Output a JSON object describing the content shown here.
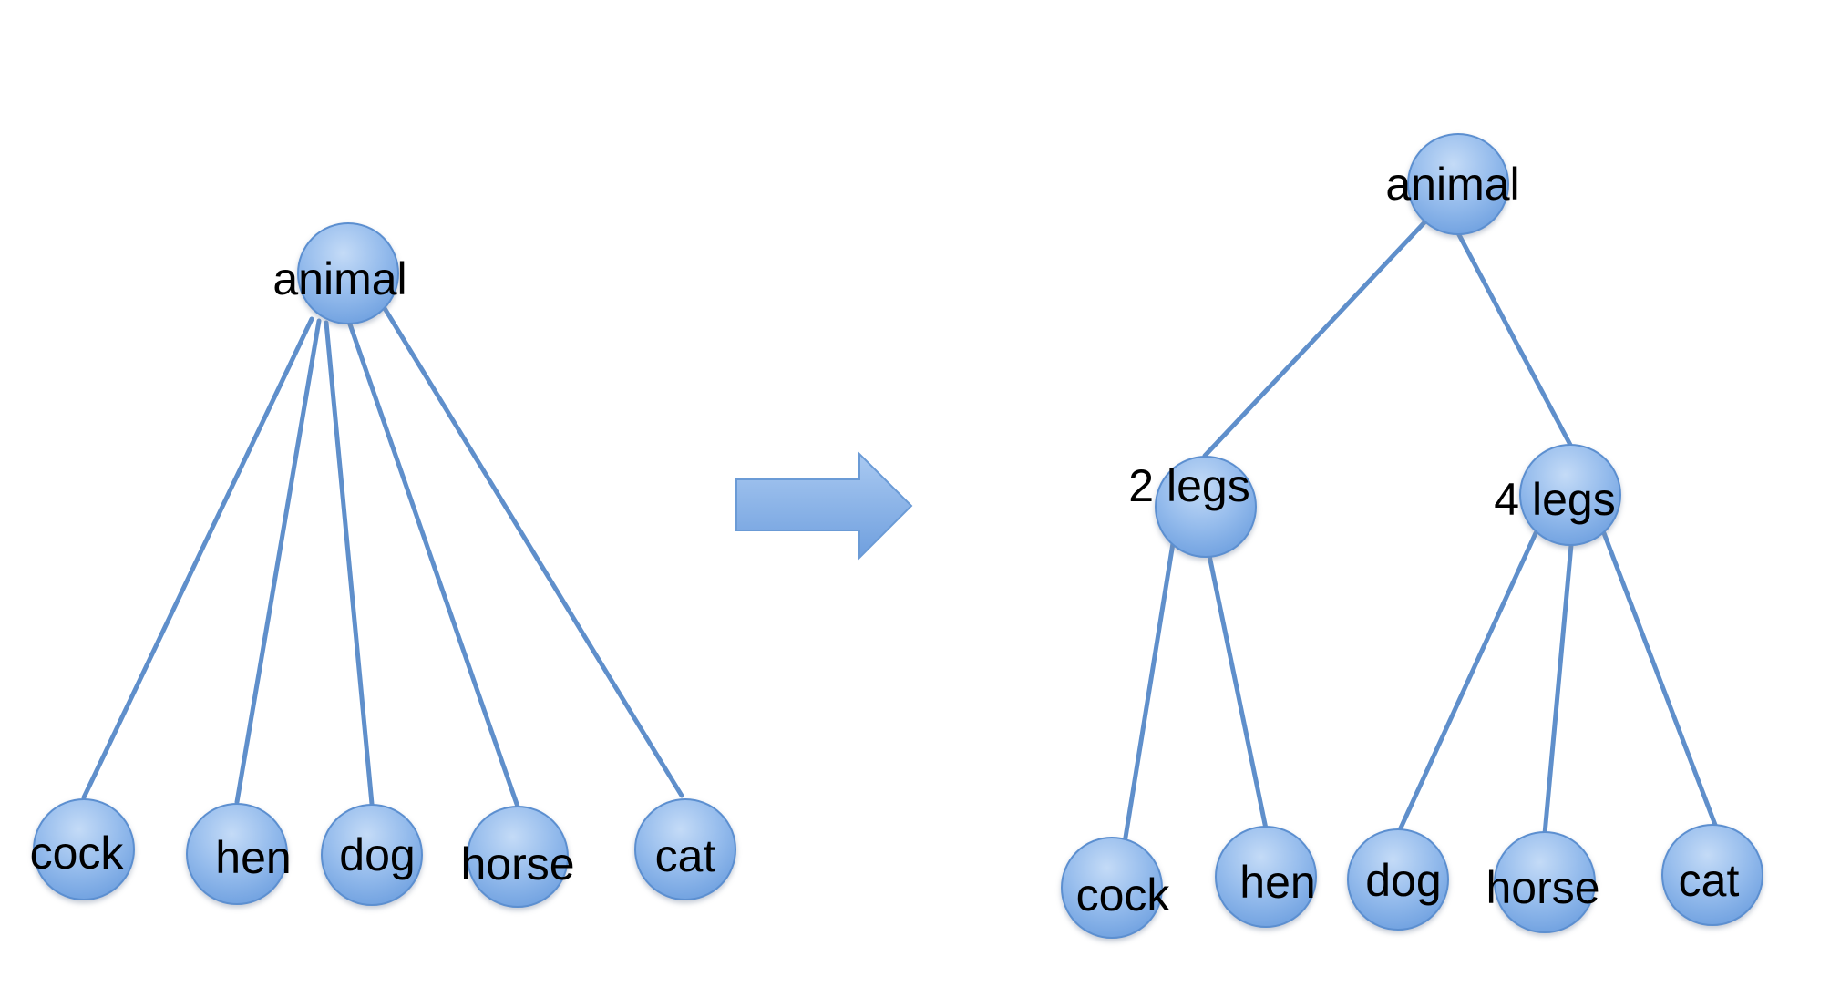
{
  "colors": {
    "node_fill_top": "#b6d2f4",
    "node_fill_bottom": "#6d9fdf",
    "edge": "#5f8fcb",
    "background": "#ffffff"
  },
  "left_tree": {
    "root": {
      "label": "animal"
    },
    "leaves": [
      {
        "label": "cock"
      },
      {
        "label": "hen"
      },
      {
        "label": "dog"
      },
      {
        "label": "horse"
      },
      {
        "label": "cat"
      }
    ]
  },
  "arrow": {
    "icon": "right-arrow-icon"
  },
  "right_tree": {
    "root": {
      "label": "animal"
    },
    "groups": [
      {
        "label": "2 legs",
        "children": [
          {
            "label": "cock"
          },
          {
            "label": "hen"
          }
        ]
      },
      {
        "label": "4 legs",
        "children": [
          {
            "label": "dog"
          },
          {
            "label": "horse"
          },
          {
            "label": "cat"
          }
        ]
      }
    ]
  }
}
